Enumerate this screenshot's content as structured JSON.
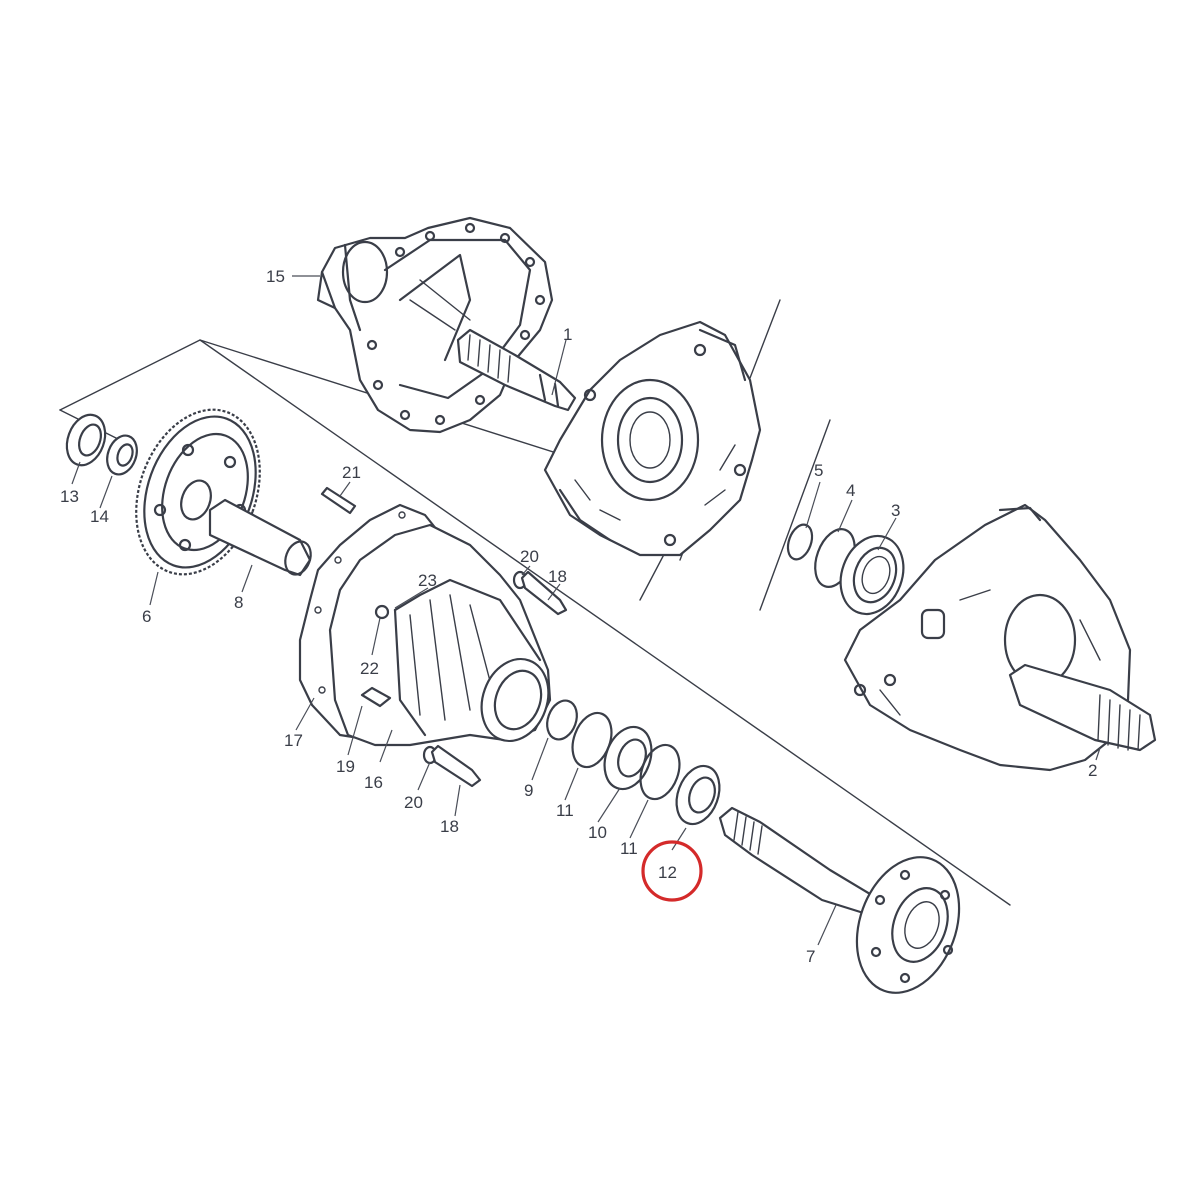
{
  "parts": [
    {
      "id": "1",
      "label": "1"
    },
    {
      "id": "2",
      "label": "2"
    },
    {
      "id": "3",
      "label": "3"
    },
    {
      "id": "4",
      "label": "4"
    },
    {
      "id": "5",
      "label": "5"
    },
    {
      "id": "6",
      "label": "6"
    },
    {
      "id": "7",
      "label": "7"
    },
    {
      "id": "8",
      "label": "8"
    },
    {
      "id": "9",
      "label": "9"
    },
    {
      "id": "10",
      "label": "10"
    },
    {
      "id": "11a",
      "label": "11"
    },
    {
      "id": "11b",
      "label": "11"
    },
    {
      "id": "12",
      "label": "12"
    },
    {
      "id": "13",
      "label": "13"
    },
    {
      "id": "14",
      "label": "14"
    },
    {
      "id": "15",
      "label": "15"
    },
    {
      "id": "16",
      "label": "16"
    },
    {
      "id": "17",
      "label": "17"
    },
    {
      "id": "18a",
      "label": "18"
    },
    {
      "id": "18b",
      "label": "18"
    },
    {
      "id": "19",
      "label": "19"
    },
    {
      "id": "20a",
      "label": "20"
    },
    {
      "id": "20b",
      "label": "20"
    },
    {
      "id": "21",
      "label": "21"
    },
    {
      "id": "22",
      "label": "22"
    },
    {
      "id": "23",
      "label": "23"
    }
  ],
  "highlight": {
    "part": "12",
    "color": "#d42a2a"
  },
  "colors": {
    "line": "#3a3e48",
    "background": "#ffffff"
  }
}
